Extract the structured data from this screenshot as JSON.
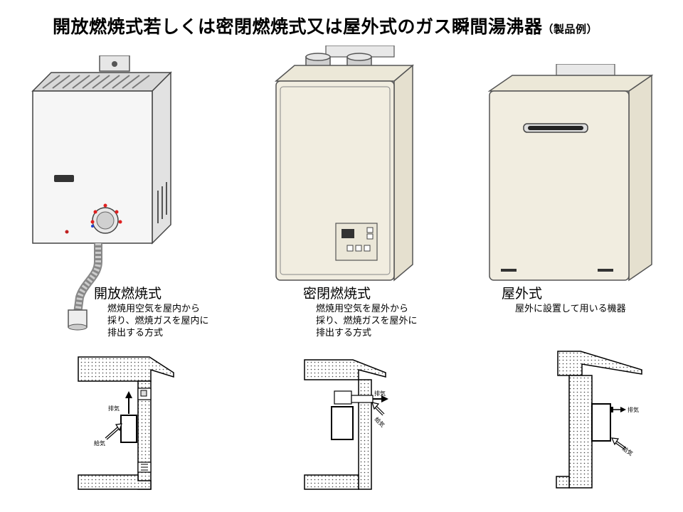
{
  "title": {
    "main": "開放燃焼式若しくは密閉燃焼式又は屋外式のガス瞬間湯沸器",
    "note": "（製品例）"
  },
  "types": [
    {
      "label": "開放燃焼式",
      "description": [
        "燃焼用空気を屋内から",
        "採り、燃焼ガスを屋内に",
        "排出する方式"
      ]
    },
    {
      "label": "密閉燃焼式",
      "description": [
        "燃焼用空気を屋外から",
        "採り、燃焼ガスを屋外に",
        "排出する方式"
      ]
    },
    {
      "label": "屋外式",
      "description": [
        "屋外に設置して用いる機器"
      ]
    }
  ],
  "diagram_labels": {
    "exhaust": "排気",
    "intake": "給気"
  },
  "colors": {
    "heater_white": "#f6f6f6",
    "heater_beige": "#f1ede0",
    "indicator_red": "#e02020",
    "indicator_blue": "#2040d0"
  }
}
